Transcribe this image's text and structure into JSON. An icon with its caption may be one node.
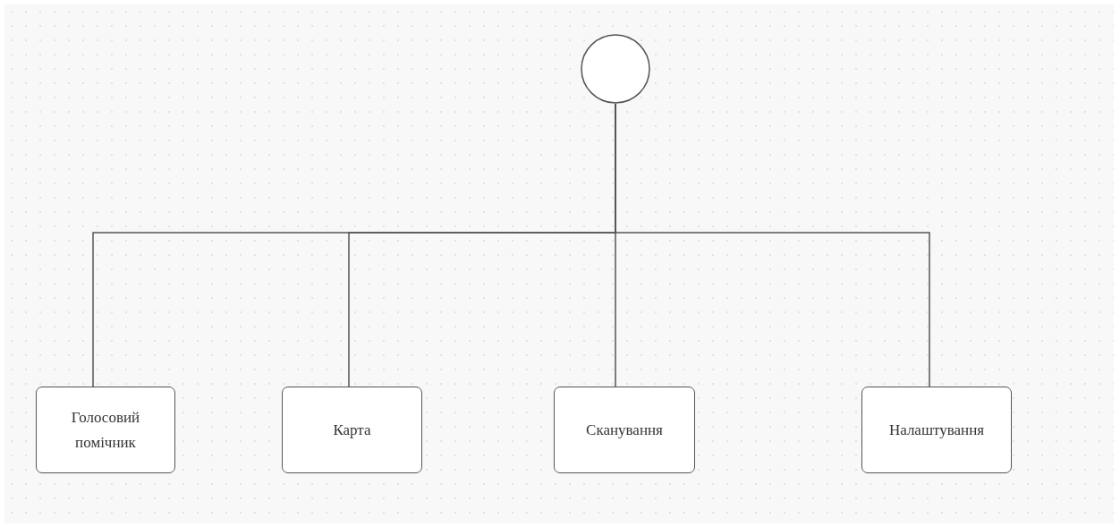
{
  "diagram": {
    "nodes": [
      {
        "text": [],
        "shape": "circle"
      },
      {
        "text": [
          "Голосовий помічник"
        ]
      },
      {
        "text": [
          "Карта"
        ]
      },
      {
        "text": [
          "Сканування"
        ]
      },
      {
        "text": [
          "Налаштування"
        ]
      }
    ],
    "edges": [
      {
        "from": 0,
        "to": 1,
        "arrow": "none"
      },
      {
        "from": 0,
        "to": 2,
        "arrow": "none"
      },
      {
        "from": 0,
        "to": 3,
        "arrow": "none"
      },
      {
        "from": 0,
        "to": 4,
        "arrow": "none"
      }
    ]
  }
}
